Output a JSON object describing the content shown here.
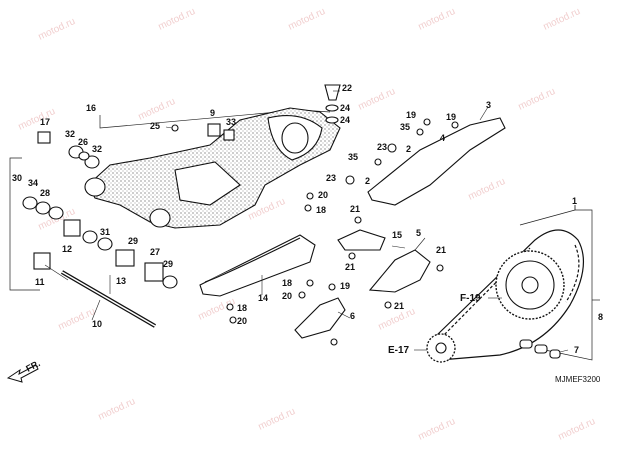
{
  "watermark": "motod.ru",
  "diagram_code": "MJMEF3200",
  "direction_label": "FR.",
  "section_refs": [
    {
      "id": "ref-f19",
      "label": "F-19"
    },
    {
      "id": "ref-e17",
      "label": "E-17"
    }
  ],
  "callouts": [
    {
      "id": "c1",
      "label": "1"
    },
    {
      "id": "c2a",
      "label": "2"
    },
    {
      "id": "c2b",
      "label": "2"
    },
    {
      "id": "c3",
      "label": "3"
    },
    {
      "id": "c4",
      "label": "4"
    },
    {
      "id": "c5",
      "label": "5"
    },
    {
      "id": "c6",
      "label": "6"
    },
    {
      "id": "c7",
      "label": "7"
    },
    {
      "id": "c8",
      "label": "8"
    },
    {
      "id": "c9",
      "label": "9"
    },
    {
      "id": "c10",
      "label": "10"
    },
    {
      "id": "c11",
      "label": "11"
    },
    {
      "id": "c12",
      "label": "12"
    },
    {
      "id": "c13",
      "label": "13"
    },
    {
      "id": "c14",
      "label": "14"
    },
    {
      "id": "c15",
      "label": "15"
    },
    {
      "id": "c16",
      "label": "16"
    },
    {
      "id": "c17",
      "label": "17"
    },
    {
      "id": "c18a",
      "label": "18"
    },
    {
      "id": "c18b",
      "label": "18"
    },
    {
      "id": "c18c",
      "label": "18"
    },
    {
      "id": "c19a",
      "label": "19"
    },
    {
      "id": "c19b",
      "label": "19"
    },
    {
      "id": "c19c",
      "label": "19"
    },
    {
      "id": "c20a",
      "label": "20"
    },
    {
      "id": "c20b",
      "label": "20"
    },
    {
      "id": "c20c",
      "label": "20"
    },
    {
      "id": "c21a",
      "label": "21"
    },
    {
      "id": "c21b",
      "label": "21"
    },
    {
      "id": "c21c",
      "label": "21"
    },
    {
      "id": "c21d",
      "label": "21"
    },
    {
      "id": "c22",
      "label": "22"
    },
    {
      "id": "c23a",
      "label": "23"
    },
    {
      "id": "c23b",
      "label": "23"
    },
    {
      "id": "c24a",
      "label": "24"
    },
    {
      "id": "c24b",
      "label": "24"
    },
    {
      "id": "c25",
      "label": "25"
    },
    {
      "id": "c26",
      "label": "26"
    },
    {
      "id": "c27",
      "label": "27"
    },
    {
      "id": "c28",
      "label": "28"
    },
    {
      "id": "c29a",
      "label": "29"
    },
    {
      "id": "c29b",
      "label": "29"
    },
    {
      "id": "c30",
      "label": "30"
    },
    {
      "id": "c31",
      "label": "31"
    },
    {
      "id": "c32a",
      "label": "32"
    },
    {
      "id": "c32b",
      "label": "32"
    },
    {
      "id": "c33",
      "label": "33"
    },
    {
      "id": "c34",
      "label": "34"
    },
    {
      "id": "c35a",
      "label": "35"
    },
    {
      "id": "c35b",
      "label": "35"
    }
  ]
}
